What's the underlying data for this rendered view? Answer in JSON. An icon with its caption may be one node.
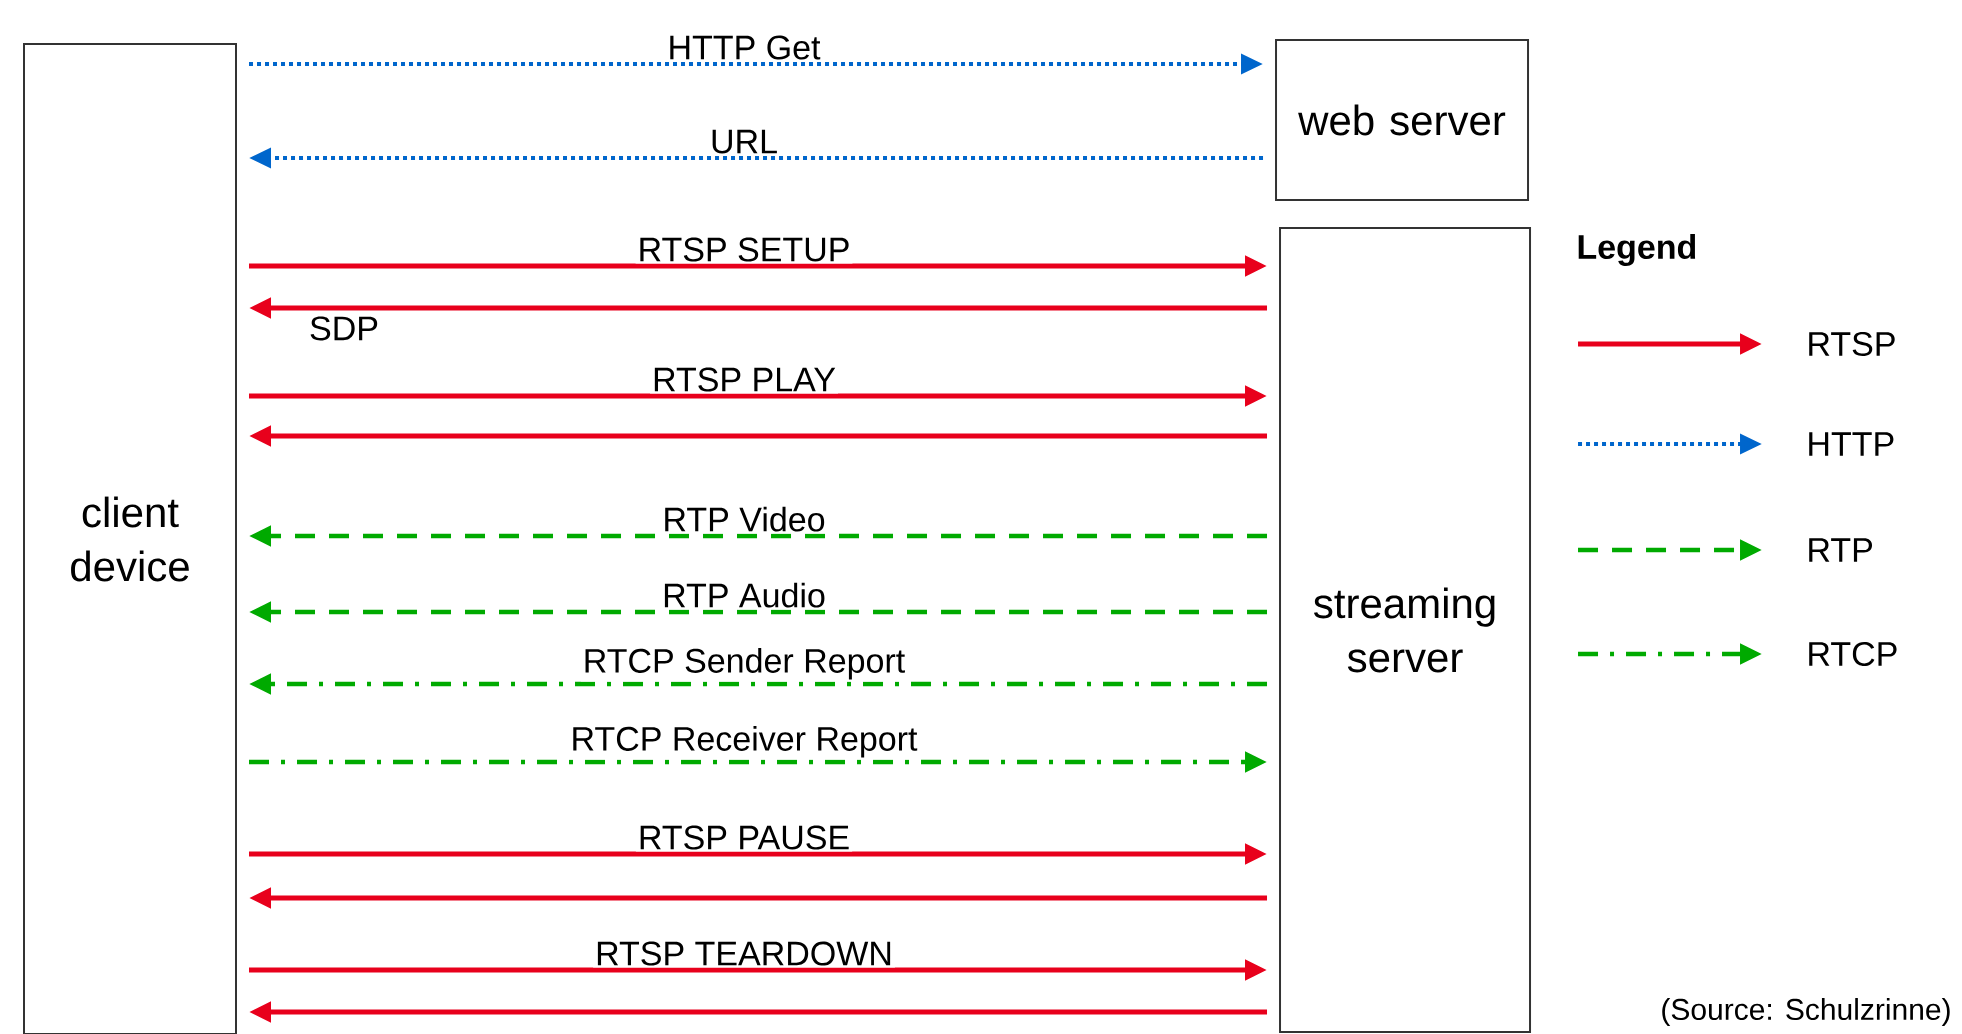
{
  "diagram": {
    "nodes": [
      {
        "text": [
          "client device"
        ]
      },
      {
        "text": [
          "web server"
        ]
      },
      {
        "text": [
          "streaming server"
        ]
      }
    ],
    "edges": [
      {
        "from": 0,
        "to": 1,
        "arrow": "to",
        "label": "HTTP Get",
        "style": "dashed",
        "color": "#0066cc"
      },
      {
        "from": 1,
        "to": 0,
        "arrow": "to",
        "label": "URL",
        "style": "dashed",
        "color": "#0066cc"
      },
      {
        "from": 0,
        "to": 2,
        "arrow": "to",
        "label": "RTSP SETUP"
      },
      {
        "from": 2,
        "to": 0,
        "arrow": "to",
        "label": "SDP"
      },
      {
        "from": 0,
        "to": 2,
        "arrow": "to",
        "label": "RTSP PLAY"
      },
      {
        "from": 2,
        "to": 0,
        "arrow": "to"
      },
      {
        "from": 2,
        "to": 0,
        "arrow": "to",
        "label": "RTP Video",
        "style": "dashed",
        "color": "#00aa00"
      },
      {
        "from": 2,
        "to": 0,
        "arrow": "to",
        "label": "RTP Audio",
        "style": "dashed",
        "color": "#00aa00"
      },
      {
        "from": 2,
        "to": 0,
        "arrow": "to",
        "label": "RTCP Sender Report",
        "style": "dashed",
        "color": "#00aa00"
      },
      {
        "from": 0,
        "to": 2,
        "arrow": "to",
        "label": "RTCP Receiver Report",
        "style": "dashed",
        "color": "#00aa00"
      },
      {
        "from": 0,
        "to": 2,
        "arrow": "to",
        "label": "RTSP PAUSE"
      },
      {
        "from": 2,
        "to": 0,
        "arrow": "to"
      },
      {
        "from": 0,
        "to": 2,
        "arrow": "to",
        "label": "RTSP TEARDOWN"
      },
      {
        "from": 2,
        "to": 0,
        "arrow": "to"
      }
    ],
    "labels": [
      "Legend",
      "(Source: Schulzrinne)"
    ],
    "legend": [
      {
        "text": "RTSP"
      },
      {
        "text": "HTTP"
      },
      {
        "text": "RTP"
      },
      {
        "text": "RTCP"
      }
    ]
  }
}
